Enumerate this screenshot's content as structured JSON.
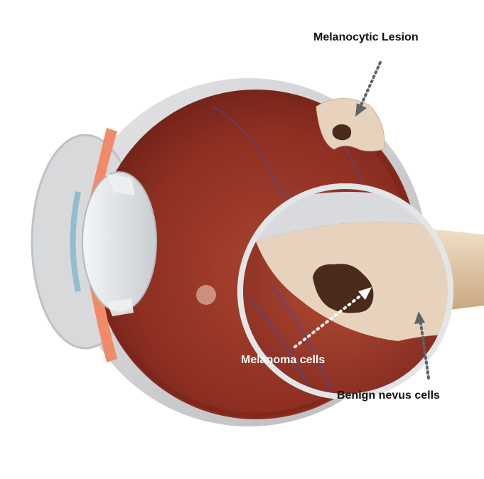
{
  "labels": {
    "melanocytic_lesion": "Melanocytic Lesion",
    "melanoma_cells": "Melanoma cells",
    "benign_nevus_cells": "Benign nevus  cells"
  },
  "colors": {
    "retina": "#9b3a2a",
    "sclera": "#c9c9cb",
    "iris": "#f08a68",
    "lens": "#d9dde0",
    "lesion_tissue": "#e7d3bd",
    "melanoma": "#4a2a1a",
    "optic_nerve": "#dcc3a3",
    "arrow_dark": "#5f6266",
    "arrow_light": "#ffffff"
  }
}
